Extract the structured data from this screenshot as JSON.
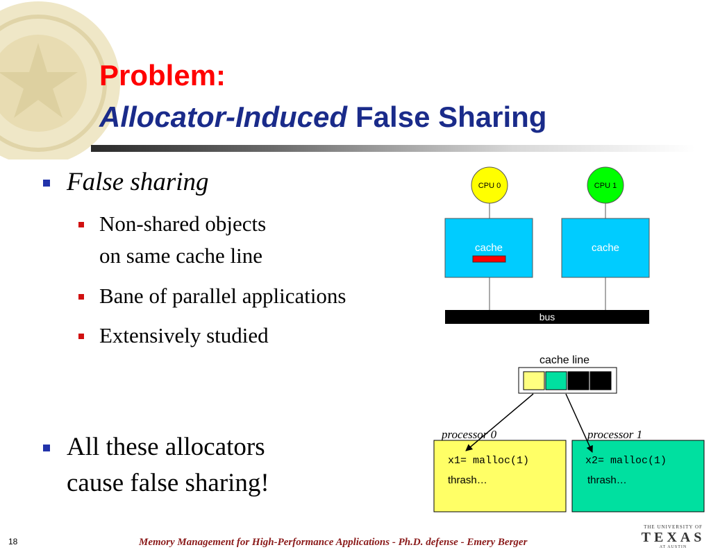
{
  "slide": {
    "title_line1": "Problem:",
    "title_line2_italic": "Allocator-Induced",
    "title_line2_rest": "False Sharing",
    "bullets": {
      "false_sharing": "False sharing",
      "non_shared_line1": "Non-shared objects",
      "non_shared_line2": "on same cache line",
      "bane": "Bane of parallel applications",
      "studied": "Extensively studied",
      "allocators_line1": "All these allocators",
      "allocators_line2": "cause false sharing!"
    },
    "page_number": "18",
    "footer": "Memory Management for High-Performance Applications - Ph.D. defense - Emery Berger",
    "logo": {
      "line1": "THE UNIVERSITY OF",
      "line2": "TEXAS",
      "line3": "AT AUSTIN"
    }
  },
  "diagram": {
    "cpu0": "CPU 0",
    "cpu1": "CPU 1",
    "cache0": "cache",
    "cache1": "cache",
    "bus": "bus",
    "cache_line": "cache line",
    "processor0": "processor 0",
    "processor1": "processor 1",
    "code0": "x1= malloc(1)",
    "code1": "x2= malloc(1)",
    "thrash0": "thrash…",
    "thrash1": "thrash…",
    "colors": {
      "cpu0_fill": "#ffff00",
      "cpu1_fill": "#00ff00",
      "cache_fill": "#00ccff",
      "dirty_line": "#ff0000",
      "bus_fill": "#000000",
      "line_slot_yellow": "#ffff80",
      "line_slot_teal": "#00e0a0",
      "proc0_fill": "#ffff66",
      "proc1_fill": "#00e0a0"
    }
  }
}
